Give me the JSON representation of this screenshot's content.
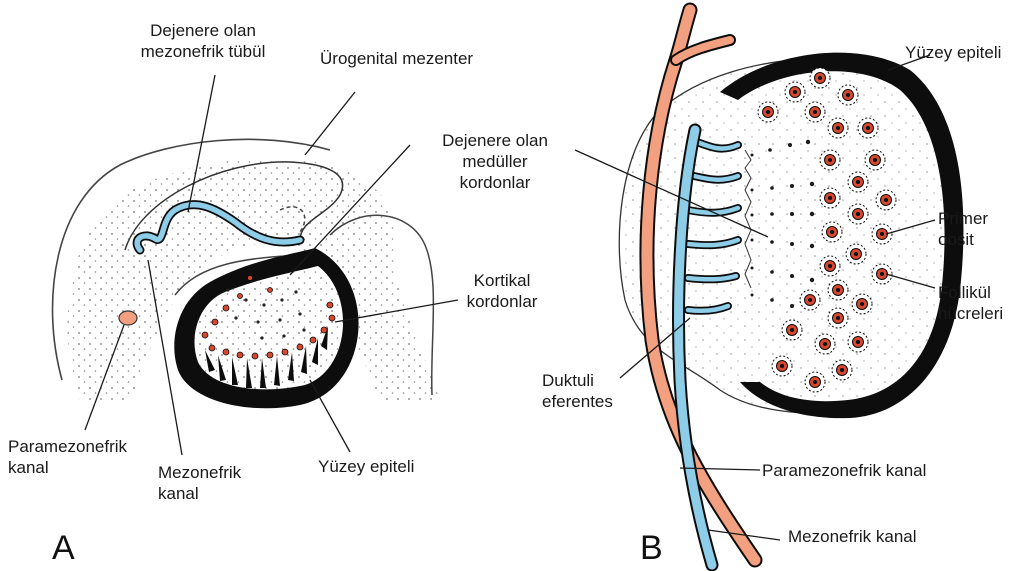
{
  "colors": {
    "epithelium": "#0d0d0d",
    "mesonephric": "#8ecde8",
    "paramesonephric": "#f2a080",
    "oocyte": "#d9482e",
    "stroma_dots": "#6e6e6e"
  },
  "panel_a": {
    "letter": "A",
    "labels": {
      "degenerate_tubule_1": "Dejenere olan",
      "degenerate_tubule_2": "mezonefrik tübül",
      "urogenital_mesentery": "Ürogenital mezenter",
      "paramesonephric_1": "Paramezonefrik",
      "paramesonephric_2": "kanal",
      "mesonephric_1": "Mezonefrik",
      "mesonephric_2": "kanal",
      "surface_epithelium": "Yüzey epiteli"
    }
  },
  "center_labels": {
    "medullary_1": "Dejenere olan",
    "medullary_2": "medüller",
    "medullary_3": "kordonlar",
    "cortical_1": "Kortikal",
    "cortical_2": "kordonlar",
    "efferent_1": "Duktuli",
    "efferent_2": "eferentes"
  },
  "panel_b": {
    "letter": "B",
    "labels": {
      "surface_epithelium": "Yüzey epiteli",
      "primary_oocyte_1": "Primer",
      "primary_oocyte_2": "oosit",
      "follicle_cells_1": "Follikül",
      "follicle_cells_2": "hücreleri",
      "paramesonephric": "Paramezonefrik kanal",
      "mesonephric": "Mezonefrik kanal"
    }
  }
}
